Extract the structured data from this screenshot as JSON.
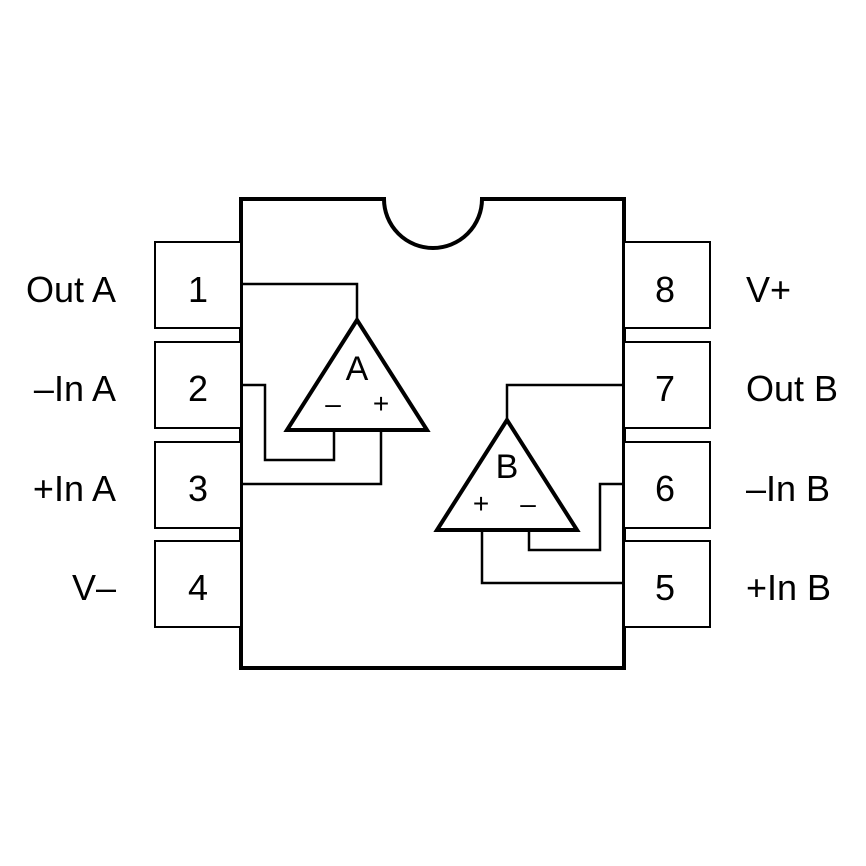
{
  "pins": [
    {
      "number": "1",
      "label": "Out A"
    },
    {
      "number": "2",
      "label": "–In A"
    },
    {
      "number": "3",
      "label": "+In A"
    },
    {
      "number": "4",
      "label": "V–"
    },
    {
      "number": "5",
      "label": "+In B"
    },
    {
      "number": "6",
      "label": "–In B"
    },
    {
      "number": "7",
      "label": "Out B"
    },
    {
      "number": "8",
      "label": "V+"
    }
  ],
  "amplifiers": [
    {
      "name": "A",
      "inv_sign": "–",
      "noninv_sign": "+"
    },
    {
      "name": "B",
      "inv_sign": "–",
      "noninv_sign": "+"
    }
  ],
  "colors": {
    "line": "#000000",
    "background": "#ffffff"
  }
}
